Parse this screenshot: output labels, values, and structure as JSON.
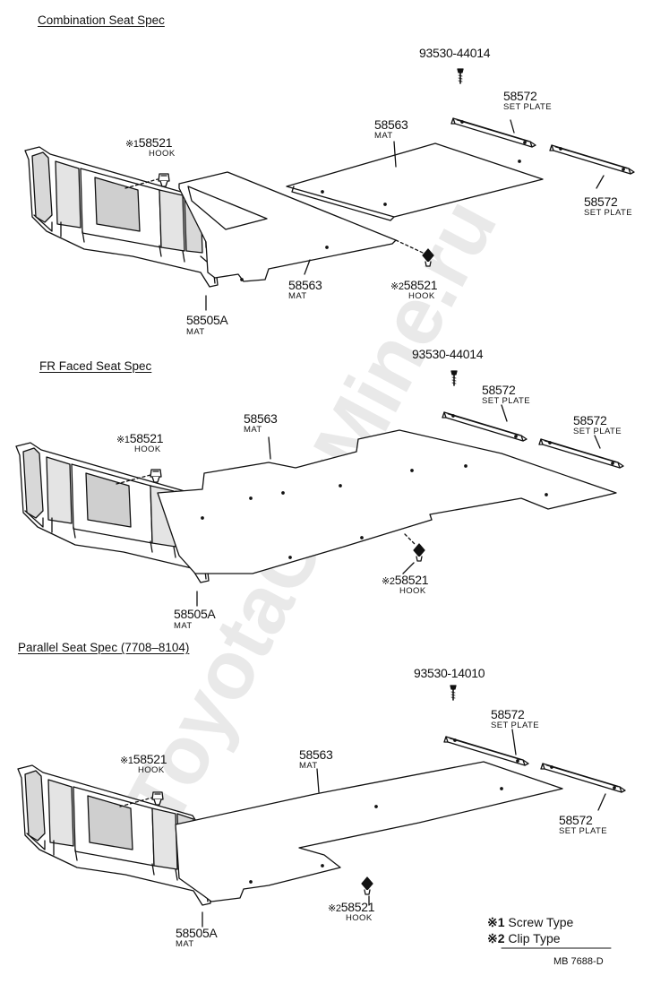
{
  "watermark": "ToyotaCarMine.ru",
  "sections": [
    {
      "title": "Combination Seat Spec",
      "screw": "93530-44014",
      "set_plate_1": {
        "part": "58572",
        "name": "SET PLATE"
      },
      "set_plate_2": {
        "part": "58572",
        "name": "SET PLATE"
      },
      "mat_upper": {
        "part": "58563",
        "name": "MAT"
      },
      "mat_lower": {
        "part": "58563",
        "name": "MAT"
      },
      "hook_1": {
        "mark": "※1",
        "part": "58521",
        "name": "HOOK"
      },
      "hook_2": {
        "mark": "※2",
        "part": "58521",
        "name": "HOOK"
      },
      "side_mat": {
        "part": "58505A",
        "name": "MAT"
      }
    },
    {
      "title": "FR Faced Seat Spec",
      "screw": "93530-44014",
      "set_plate_1": {
        "part": "58572",
        "name": "SET PLATE"
      },
      "set_plate_2": {
        "part": "58572",
        "name": "SET PLATE"
      },
      "mat": {
        "part": "58563",
        "name": "MAT"
      },
      "hook_1": {
        "mark": "※1",
        "part": "58521",
        "name": "HOOK"
      },
      "hook_2": {
        "mark": "※2",
        "part": "58521",
        "name": "HOOK"
      },
      "side_mat": {
        "part": "58505A",
        "name": "MAT"
      }
    },
    {
      "title": "Parallel Seat Spec (7708–8104)",
      "screw": "93530-14010",
      "set_plate_1": {
        "part": "58572",
        "name": "SET PLATE"
      },
      "set_plate_2": {
        "part": "58572",
        "name": "SET PLATE"
      },
      "mat": {
        "part": "58563",
        "name": "MAT"
      },
      "hook_1": {
        "mark": "※1",
        "part": "58521",
        "name": "HOOK"
      },
      "hook_2": {
        "mark": "※2",
        "part": "58521",
        "name": "HOOK"
      },
      "side_mat": {
        "part": "58505A",
        "name": "MAT"
      }
    }
  ],
  "legend": [
    {
      "mark": "※1",
      "text": "Screw Type"
    },
    {
      "mark": "※2",
      "text": "Clip Type"
    }
  ],
  "diagram_code": "MB 7688-D"
}
